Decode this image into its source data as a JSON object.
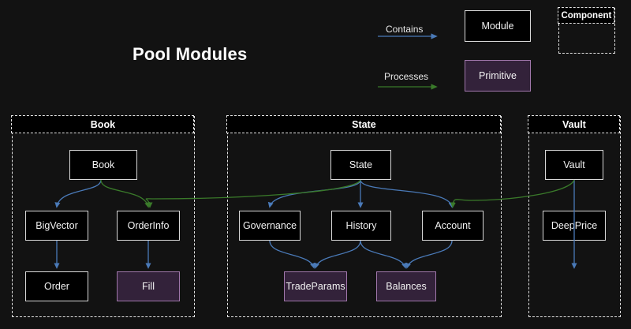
{
  "title": "Pool Modules",
  "theme": {
    "background": "#121212",
    "module_fill": "#000000",
    "module_border": "#d8d8d8",
    "primitive_fill": "#33223a",
    "primitive_border": "#a077ab",
    "contains_edge": "#4a7ab8",
    "processes_edge": "#3a7a2a",
    "group_border": "#e3e3e3",
    "text": "#f2f2f2"
  },
  "legend": {
    "contains_label": "Contains",
    "processes_label": "Processes",
    "module_label": "Module",
    "primitive_label": "Primitive",
    "component_label": "Component"
  },
  "groups": [
    {
      "id": "book",
      "label": "Book",
      "nodes": [
        {
          "id": "book-node",
          "label": "Book",
          "kind": "module"
        },
        {
          "id": "bigvector",
          "label": "BigVector",
          "kind": "module"
        },
        {
          "id": "orderinfo",
          "label": "OrderInfo",
          "kind": "module"
        },
        {
          "id": "order",
          "label": "Order",
          "kind": "module"
        },
        {
          "id": "fill",
          "label": "Fill",
          "kind": "primitive"
        }
      ]
    },
    {
      "id": "state",
      "label": "State",
      "nodes": [
        {
          "id": "state-node",
          "label": "State",
          "kind": "module"
        },
        {
          "id": "governance",
          "label": "Governance",
          "kind": "module"
        },
        {
          "id": "history",
          "label": "History",
          "kind": "module"
        },
        {
          "id": "account",
          "label": "Account",
          "kind": "module"
        },
        {
          "id": "tradeparams",
          "label": "TradeParams",
          "kind": "primitive"
        },
        {
          "id": "balances",
          "label": "Balances",
          "kind": "primitive"
        }
      ]
    },
    {
      "id": "vault",
      "label": "Vault",
      "nodes": [
        {
          "id": "vault-node",
          "label": "Vault",
          "kind": "module"
        },
        {
          "id": "deepprice",
          "label": "DeepPrice",
          "kind": "module"
        }
      ]
    }
  ],
  "edges": [
    {
      "from": "book-node",
      "to": "bigvector",
      "type": "contains"
    },
    {
      "from": "bigvector",
      "to": "order",
      "type": "contains"
    },
    {
      "from": "orderinfo",
      "to": "fill",
      "type": "contains"
    },
    {
      "from": "state-node",
      "to": "governance",
      "type": "contains"
    },
    {
      "from": "state-node",
      "to": "history",
      "type": "contains"
    },
    {
      "from": "state-node",
      "to": "account",
      "type": "contains"
    },
    {
      "from": "governance",
      "to": "tradeparams",
      "type": "contains"
    },
    {
      "from": "history",
      "to": "tradeparams",
      "type": "contains"
    },
    {
      "from": "history",
      "to": "balances",
      "type": "contains"
    },
    {
      "from": "account",
      "to": "balances",
      "type": "contains"
    },
    {
      "from": "vault-node",
      "to": "deepprice",
      "type": "contains"
    },
    {
      "from": "book-node",
      "to": "orderinfo",
      "type": "processes"
    },
    {
      "from": "state-node",
      "to": "orderinfo",
      "type": "processes"
    },
    {
      "from": "vault-node",
      "to": "account",
      "type": "processes"
    }
  ]
}
